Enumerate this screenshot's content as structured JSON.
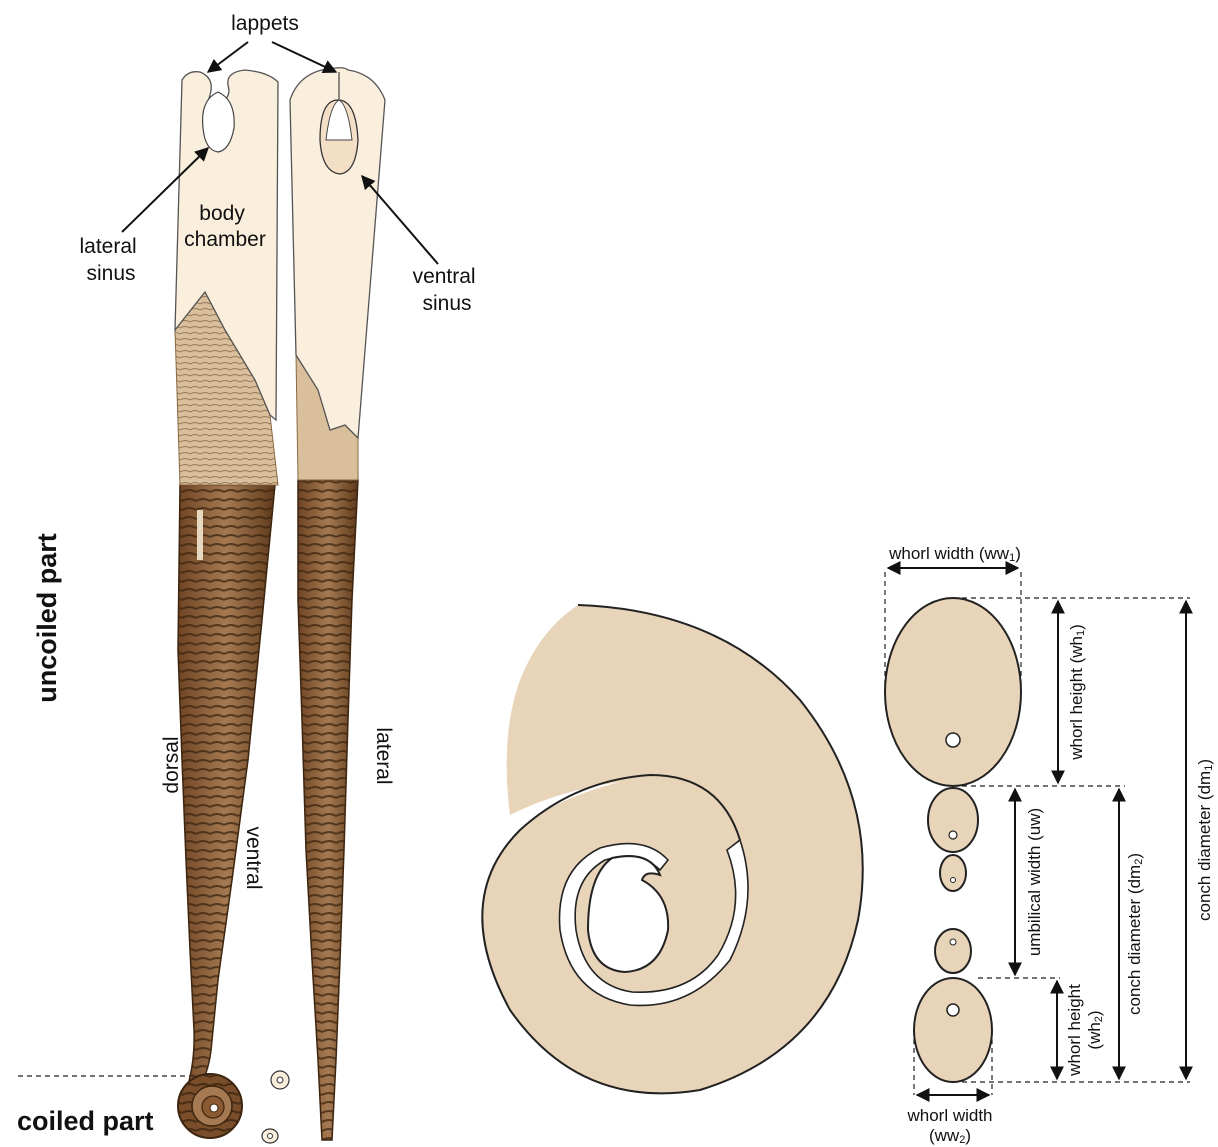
{
  "shell_labels": {
    "lappets": "lappets",
    "lateral_sinus": [
      "lateral",
      "sinus"
    ],
    "body_chamber": [
      "body",
      "chamber"
    ],
    "ventral_sinus": [
      "ventral",
      "sinus"
    ],
    "dorsal": "dorsal",
    "ventral": "ventral",
    "lateral": "lateral",
    "uncoiled_part": "uncoiled part",
    "coiled_part": "coiled part"
  },
  "measurements": {
    "whorl_width_1": "whorl width (ww",
    "whorl_width_1_sub": "1",
    "whorl_height_1": "whorl height (wh",
    "whorl_height_1_sub": "1",
    "umbilical_width": "umbilical width (uw)",
    "conch_diameter_2": "conch diameter (dm",
    "conch_diameter_2_sub": "2",
    "conch_diameter_1": "conch diameter (dm",
    "conch_diameter_1_sub": "1",
    "whorl_height_2_line1": "whorl height",
    "whorl_height_2_line2": "(wh",
    "whorl_height_2_sub": "2",
    "whorl_width_2_line1": "whorl width",
    "whorl_width_2_line2": "(ww",
    "whorl_width_2_sub": "2"
  },
  "colors": {
    "chamber_fill": "#faeedd",
    "shell_brown": "#8b5a32",
    "shell_dark": "#5a3a1e",
    "conch_fill": "#e8d4b9"
  }
}
